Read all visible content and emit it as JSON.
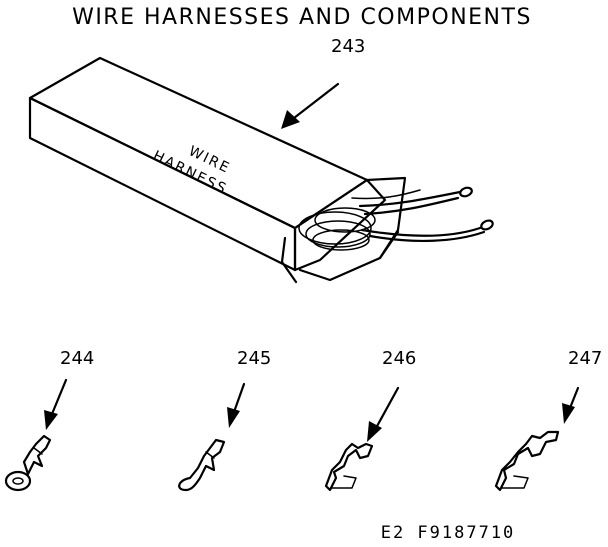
{
  "diagram": {
    "title": "WIRE  HARNESSES  AND COMPONENTS",
    "box_label_line1": "WIRE",
    "box_label_line2": "HARNESS",
    "footer_code": "E2  F9187710",
    "parts": {
      "harness": {
        "number": "243"
      },
      "terminal_ring": {
        "number": "244"
      },
      "terminal_hook": {
        "number": "245"
      },
      "terminal_female_a": {
        "number": "246"
      },
      "terminal_female_b": {
        "number": "247"
      }
    }
  }
}
